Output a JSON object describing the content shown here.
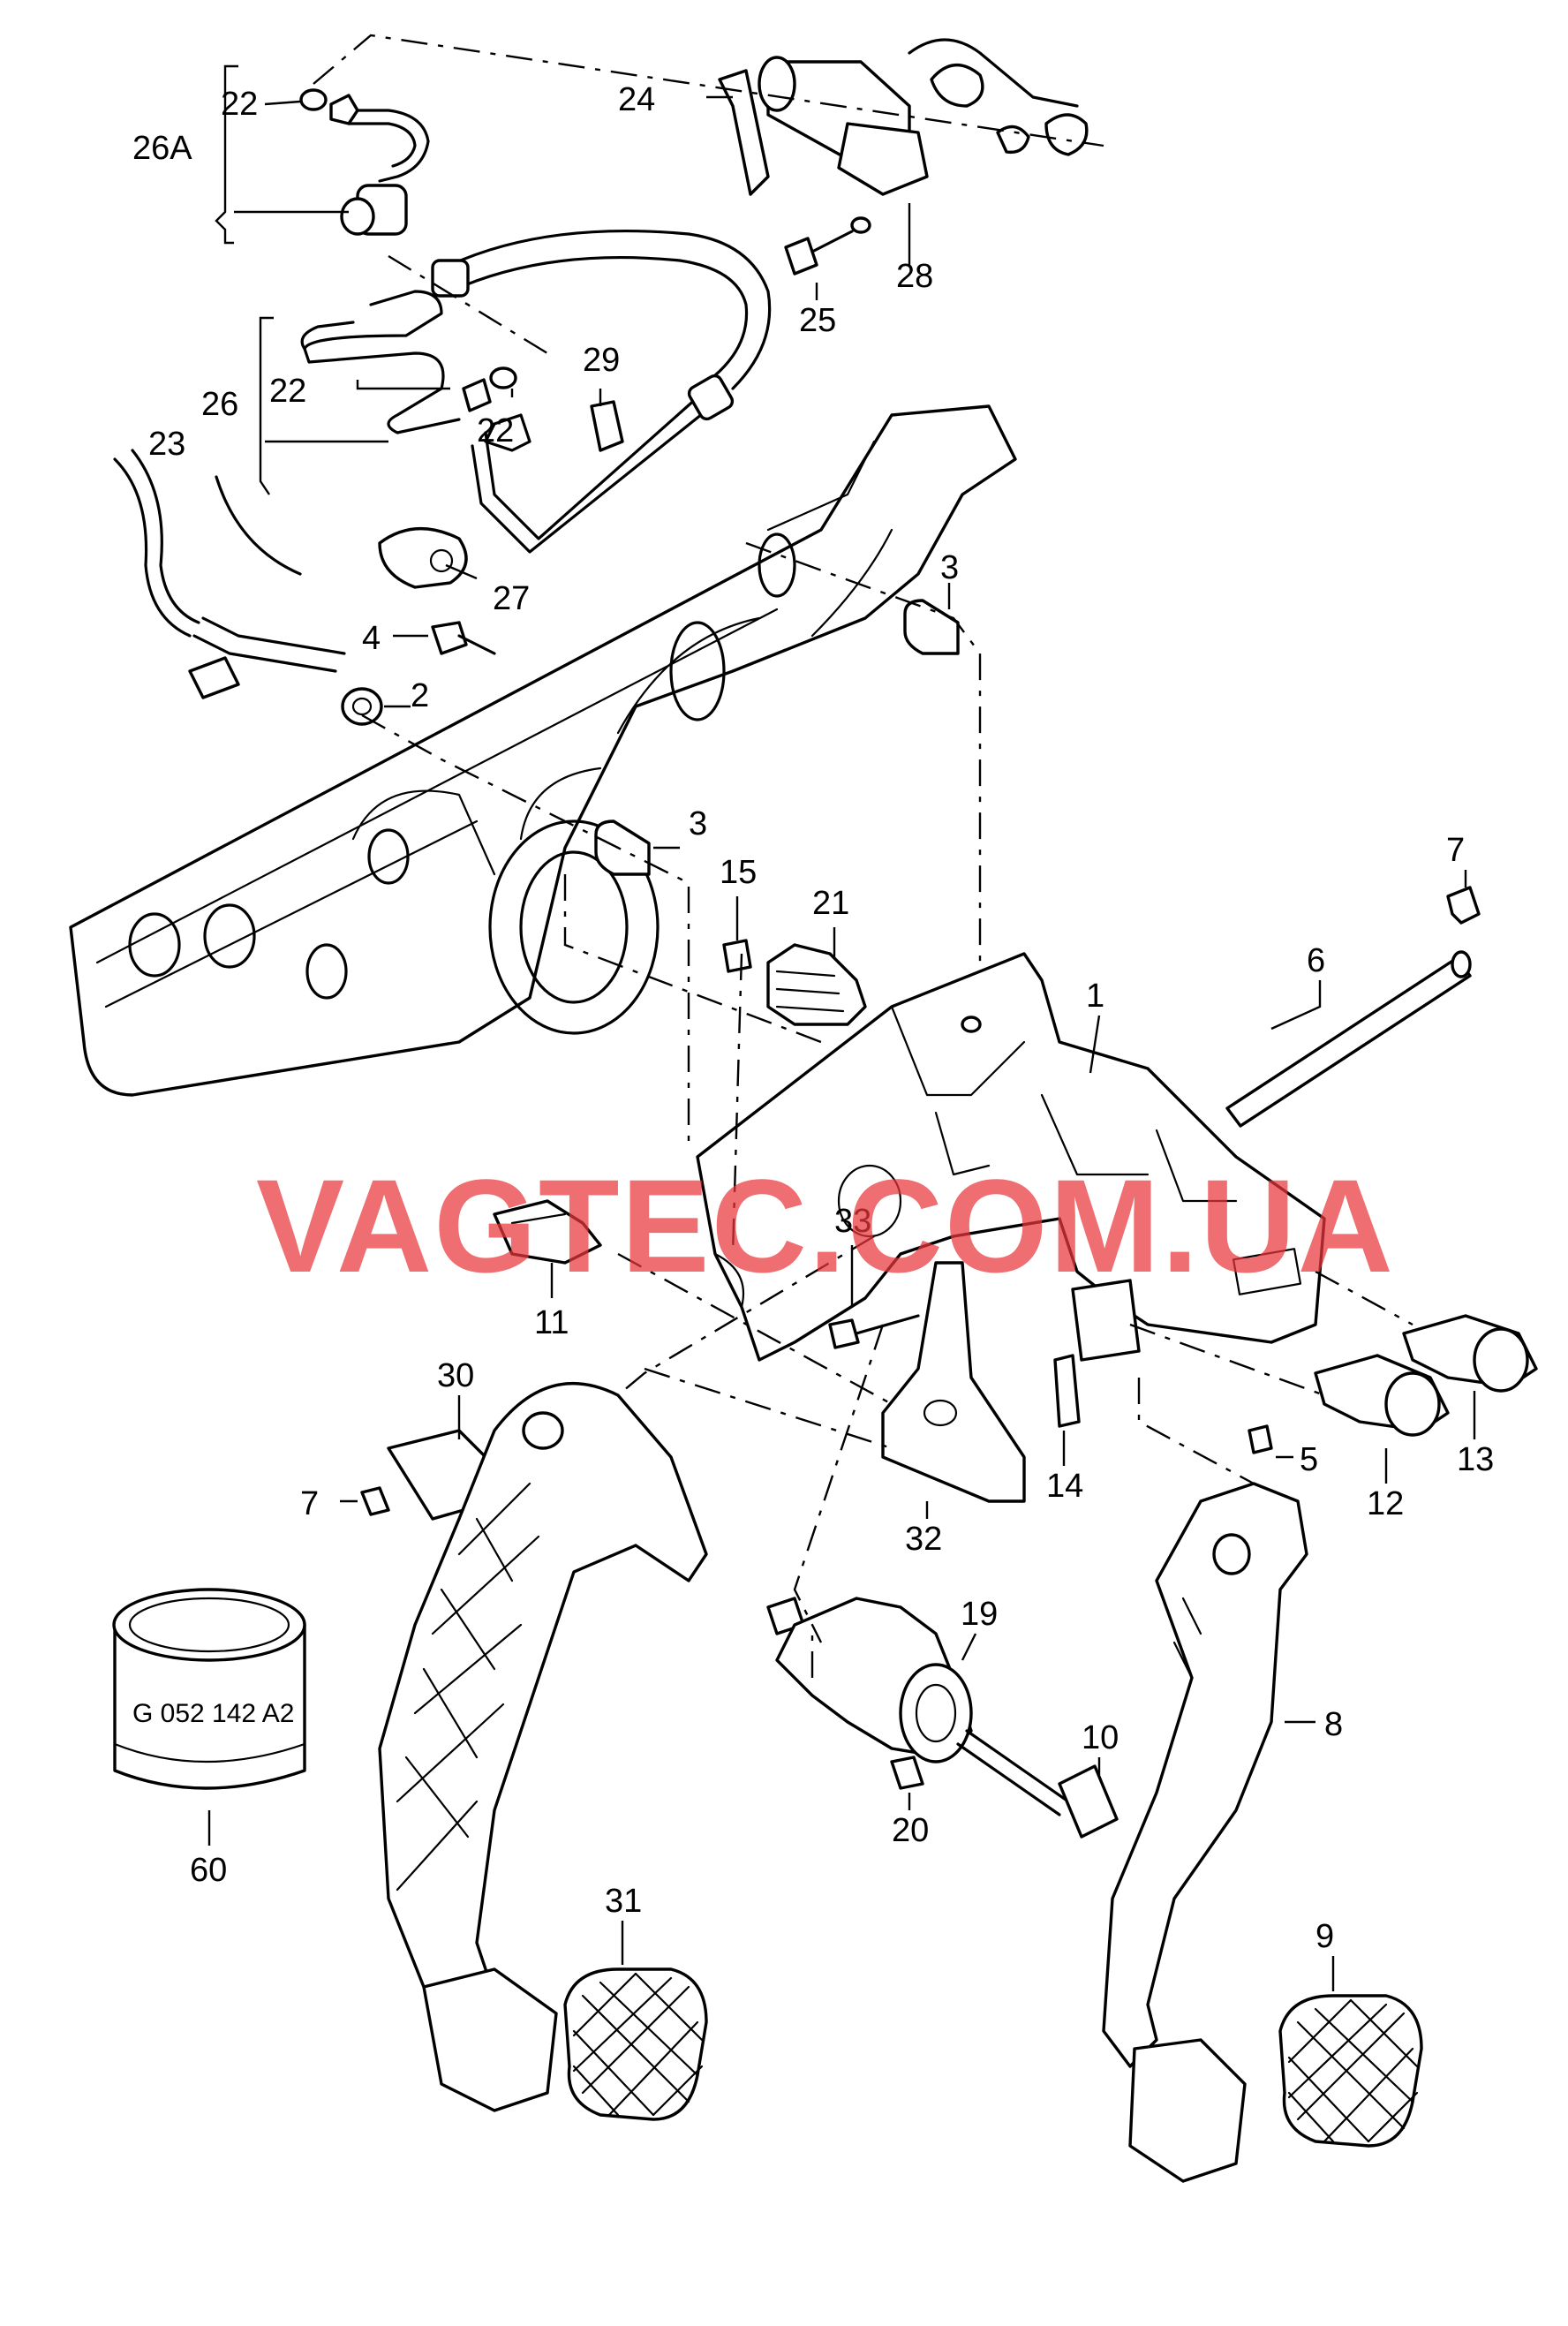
{
  "watermark": "VAGTEC.COM.UA",
  "stamp_text": "G 052 142 A2",
  "labels": [
    {
      "id": "l-26A",
      "text": "26A"
    },
    {
      "id": "l-22a",
      "text": "22"
    },
    {
      "id": "l-24",
      "text": "24"
    },
    {
      "id": "l-28",
      "text": "28"
    },
    {
      "id": "l-25",
      "text": "25"
    },
    {
      "id": "l-29",
      "text": "29"
    },
    {
      "id": "l-26",
      "text": "26"
    },
    {
      "id": "l-22b",
      "text": "22"
    },
    {
      "id": "l-22c",
      "text": "22"
    },
    {
      "id": "l-23",
      "text": "23"
    },
    {
      "id": "l-27",
      "text": "27"
    },
    {
      "id": "l-3a",
      "text": "3"
    },
    {
      "id": "l-4",
      "text": "4"
    },
    {
      "id": "l-2",
      "text": "2"
    },
    {
      "id": "l-3b",
      "text": "3"
    },
    {
      "id": "l-15",
      "text": "15"
    },
    {
      "id": "l-21",
      "text": "21"
    },
    {
      "id": "l-7a",
      "text": "7"
    },
    {
      "id": "l-6",
      "text": "6"
    },
    {
      "id": "l-1",
      "text": "1"
    },
    {
      "id": "l-33",
      "text": "33"
    },
    {
      "id": "l-11",
      "text": "11"
    },
    {
      "id": "l-30",
      "text": "30"
    },
    {
      "id": "l-7b",
      "text": "7"
    },
    {
      "id": "l-32",
      "text": "32"
    },
    {
      "id": "l-14",
      "text": "14"
    },
    {
      "id": "l-5",
      "text": "5"
    },
    {
      "id": "l-12",
      "text": "12"
    },
    {
      "id": "l-13",
      "text": "13"
    },
    {
      "id": "l-19",
      "text": "19"
    },
    {
      "id": "l-10",
      "text": "10"
    },
    {
      "id": "l-20",
      "text": "20"
    },
    {
      "id": "l-8",
      "text": "8"
    },
    {
      "id": "l-60",
      "text": "60"
    },
    {
      "id": "l-31",
      "text": "31"
    },
    {
      "id": "l-9",
      "text": "9"
    }
  ]
}
